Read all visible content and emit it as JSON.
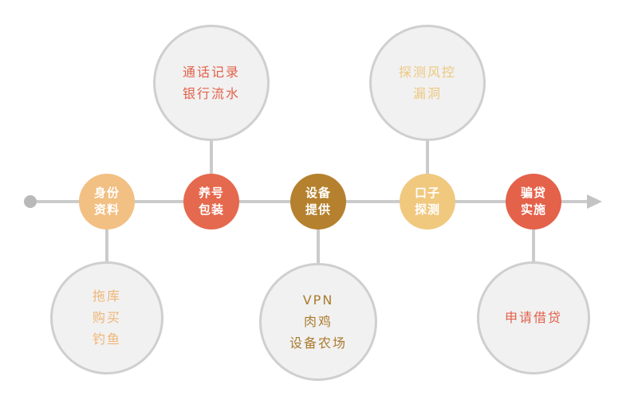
{
  "diagram": {
    "line_color": "#cbcbcb",
    "satellite_fill": "#f1f1f1",
    "satellite_border": "#cfcfcf",
    "nodes": [
      {
        "lines": [
          "身份",
          "资料"
        ],
        "bg": "#f2c083"
      },
      {
        "lines": [
          "养号",
          "包装"
        ],
        "bg": "#e5694e"
      },
      {
        "lines": [
          "设备",
          "提供"
        ],
        "bg": "#b5812e"
      },
      {
        "lines": [
          "口子",
          "探测"
        ],
        "bg": "#f0c87e"
      },
      {
        "lines": [
          "骗贷",
          "实施"
        ],
        "bg": "#e4614a"
      }
    ],
    "satellites": [
      {
        "lines": [
          "通话记录",
          "银行流水"
        ],
        "fg": "#e2614b"
      },
      {
        "lines": [
          "探测风控",
          "漏洞"
        ],
        "fg": "#edc87f"
      },
      {
        "lines": [
          "拖库",
          "购买",
          "钓鱼"
        ],
        "fg": "#f0b574"
      },
      {
        "lines": [
          "VPN",
          "肉鸡",
          "设备农场"
        ],
        "fg": "#aa7b2d"
      },
      {
        "lines": [
          "申请借贷"
        ],
        "fg": "#e2614b"
      }
    ]
  }
}
